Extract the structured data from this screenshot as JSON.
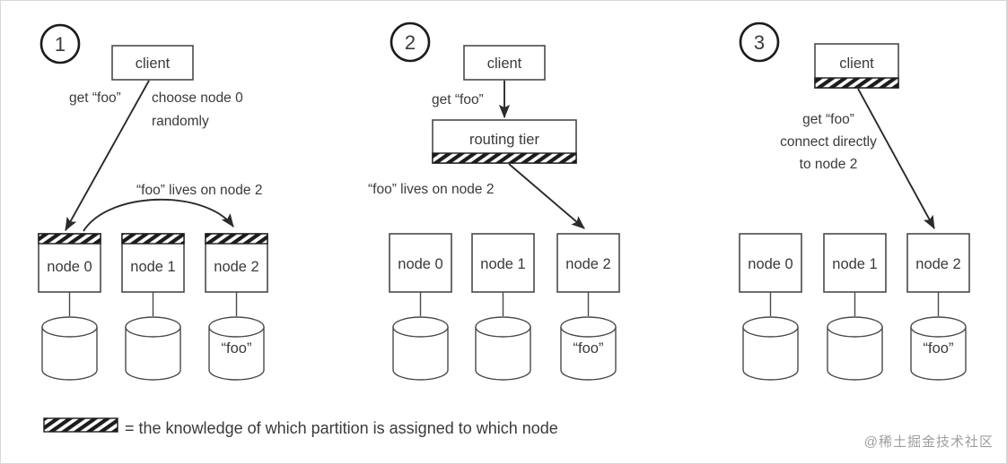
{
  "figure": {
    "title": "Partitioning request routing approaches",
    "background": "#ffffff",
    "border_color": "#d8d8d8",
    "ink_color": "#3a3a3a",
    "hatch_color": "#1c1c1c"
  },
  "panels": [
    {
      "number": "1",
      "client_label": "client",
      "client_hatched": false,
      "annotations": [
        "get “foo”",
        "choose node 0",
        "randomly",
        "“foo” lives on node 2"
      ],
      "nodes": [
        {
          "label": "node 0",
          "hatched": true,
          "db_label": ""
        },
        {
          "label": "node 1",
          "hatched": true,
          "db_label": ""
        },
        {
          "label": "node 2",
          "hatched": true,
          "db_label": "“foo”"
        }
      ]
    },
    {
      "number": "2",
      "client_label": "client",
      "client_hatched": false,
      "router_label": "routing tier",
      "router_hatched": true,
      "annotations": [
        "get “foo”",
        "“foo” lives on node 2"
      ],
      "nodes": [
        {
          "label": "node 0",
          "hatched": false,
          "db_label": ""
        },
        {
          "label": "node 1",
          "hatched": false,
          "db_label": ""
        },
        {
          "label": "node 2",
          "hatched": false,
          "db_label": "“foo”"
        }
      ]
    },
    {
      "number": "3",
      "client_label": "client",
      "client_hatched": true,
      "annotations": [
        "get “foo”",
        "connect directly",
        "to node 2"
      ],
      "nodes": [
        {
          "label": "node 0",
          "hatched": false,
          "db_label": ""
        },
        {
          "label": "node 1",
          "hatched": false,
          "db_label": ""
        },
        {
          "label": "node 2",
          "hatched": false,
          "db_label": "“foo”"
        }
      ]
    }
  ],
  "legend": {
    "swatch": "hatch-pattern-swatch",
    "text": "= the knowledge of which partition is assigned to which node"
  },
  "watermark": {
    "text": "@稀土掘金技术社区"
  }
}
